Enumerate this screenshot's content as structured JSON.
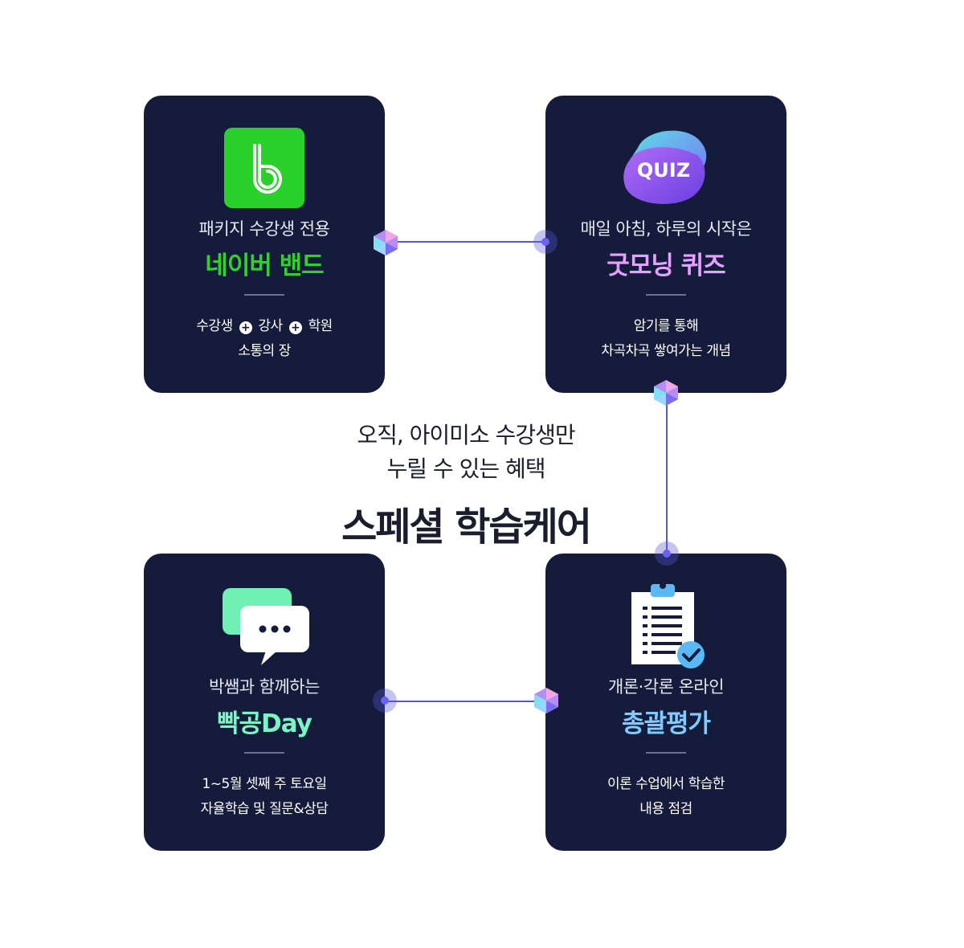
{
  "cards": {
    "band": {
      "icon": "naver-band-logo-icon",
      "subtitle": "패키지 수강생 전용",
      "title": "네이버 밴드",
      "title_color": "#2fd12a",
      "desc_line1_a": "수강생",
      "desc_line1_b": "강사",
      "desc_line1_c": "학원",
      "desc_line2": "소통의 장"
    },
    "quiz": {
      "icon": "quiz-blob-icon",
      "icon_text": "QUIZ",
      "subtitle": "매일 아침, 하루의 시작은",
      "title": "굿모닝 퀴즈",
      "title_color": "#e6a0ff",
      "desc_line1": "암기를 통해",
      "desc_line2": "차곡차곡 쌓여가는 개념"
    },
    "day": {
      "icon": "chat-bubble-icon",
      "subtitle": "박쌤과 함께하는",
      "title": "빡공Day",
      "title_color": "#7af5c7",
      "desc_line1": "1~5월 셋째 주 토요일",
      "desc_line2": "자율학습 및 질문&상담"
    },
    "eval": {
      "icon": "clipboard-check-icon",
      "subtitle": "개론·각론 온라인",
      "title": "총괄평가",
      "title_color": "#7ecbff",
      "desc_line1": "이론 수업에서 학습한",
      "desc_line2": "내용 점검"
    }
  },
  "center": {
    "line1": "오직, 아이미소 수강생만",
    "line2": "누릴 수 있는 혜택",
    "title": "스페셜 학습케어"
  }
}
